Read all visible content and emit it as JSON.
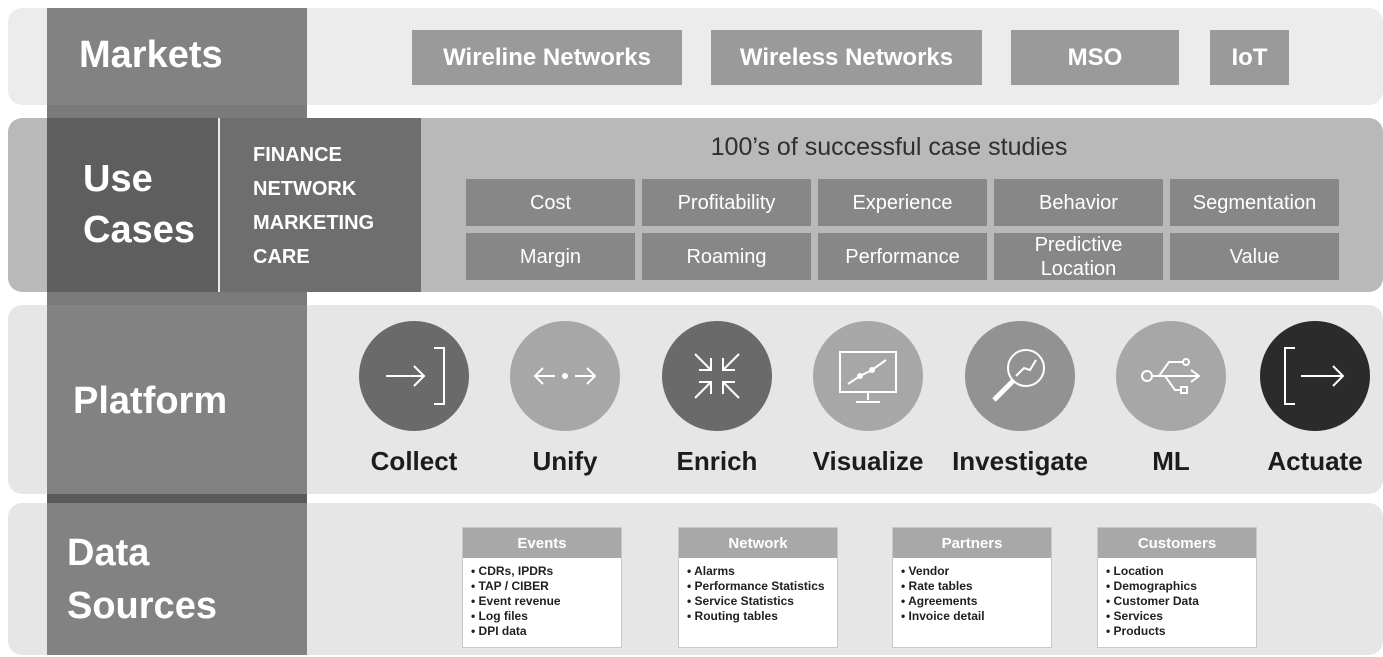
{
  "markets": {
    "title": "Markets",
    "items": [
      "Wireline Networks",
      "Wireless Networks",
      "MSO",
      "IoT"
    ]
  },
  "use_cases": {
    "title_line1": "Use",
    "title_line2": "Cases",
    "domains": [
      "FINANCE",
      "NETWORK",
      "MARKETING",
      "CARE"
    ],
    "headline": "100’s of successful case studies",
    "row1": [
      "Cost",
      "Profitability",
      "Experience",
      "Behavior",
      "Segmentation"
    ],
    "row2": [
      "Margin",
      "Roaming",
      "Performance",
      "Predictive Location",
      "Value"
    ]
  },
  "platform": {
    "title": "Platform",
    "steps": [
      {
        "label": "Collect",
        "icon": "arrow-into-bracket-icon",
        "color": "#6a6a6a"
      },
      {
        "label": "Unify",
        "icon": "bidirectional-arrow-icon",
        "color": "#a7a7a7"
      },
      {
        "label": "Enrich",
        "icon": "converging-arrows-icon",
        "color": "#6a6a6a"
      },
      {
        "label": "Visualize",
        "icon": "monitor-chart-icon",
        "color": "#a7a7a7"
      },
      {
        "label": "Investigate",
        "icon": "magnifier-chart-icon",
        "color": "#929292"
      },
      {
        "label": "ML",
        "icon": "usb-icon",
        "color": "#a7a7a7"
      },
      {
        "label": "Actuate",
        "icon": "arrow-out-bracket-icon",
        "color": "#2b2b2b"
      }
    ]
  },
  "data_sources": {
    "title_line1": "Data",
    "title_line2": "Sources",
    "cards": [
      {
        "title": "Events",
        "items": [
          "CDRs, IPDRs",
          "TAP / CIBER",
          "Event revenue",
          "Log files",
          "DPI data"
        ]
      },
      {
        "title": "Network",
        "items": [
          "Alarms",
          "Performance Statistics",
          "Service Statistics",
          "Routing tables"
        ]
      },
      {
        "title": "Partners",
        "items": [
          "Vendor",
          "Rate tables",
          "Agreements",
          "Invoice detail"
        ]
      },
      {
        "title": "Customers",
        "items": [
          "Location",
          "Demographics",
          "Customer Data",
          "Services",
          "Products"
        ]
      }
    ]
  }
}
